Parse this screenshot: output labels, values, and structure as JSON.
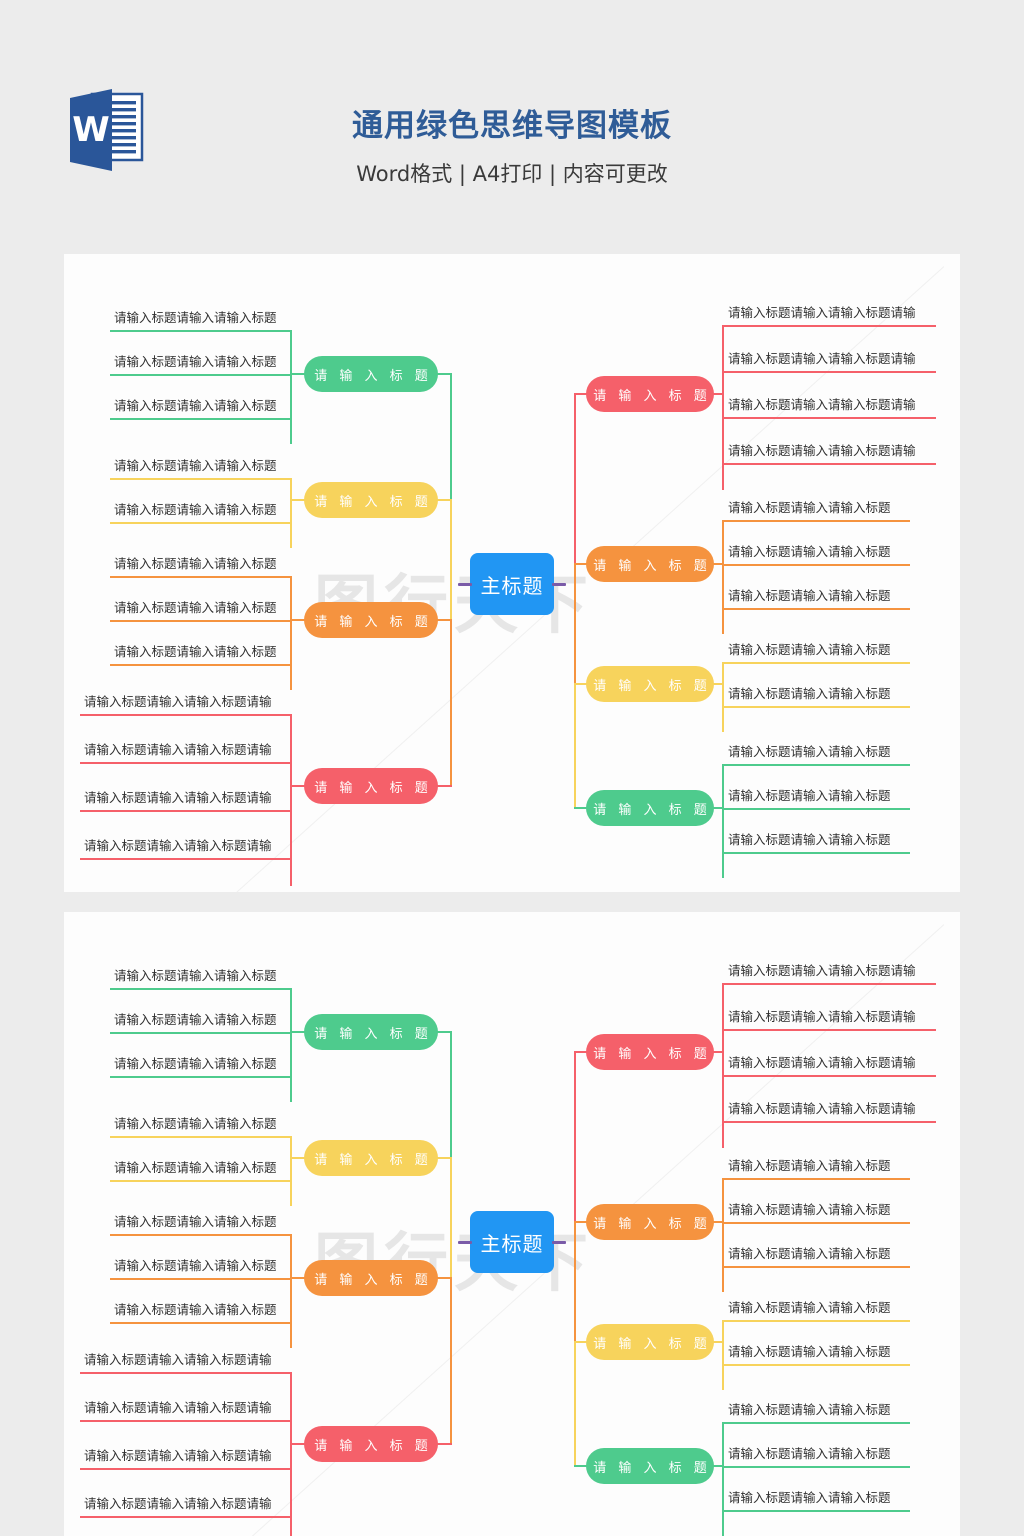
{
  "header": {
    "logo_icon": "word-document-icon",
    "logo_letter": "W",
    "title": "通用绿色思维导图模板",
    "subtitle": "Word格式 | A4打印 | 内容可更改"
  },
  "watermark": {
    "text": "图行天下"
  },
  "colors": {
    "green": "#4ecb8d",
    "yellow": "#f7d35c",
    "orange": "#f5933f",
    "red": "#f5606a",
    "main_blue": "#2196f3",
    "stub_purple": "#7a5ba8",
    "title_blue": "#2f5c97",
    "page_bg": "#ececec",
    "card_bg": "#fdfdfd",
    "leaf_text": "#303030"
  },
  "maps": [
    {
      "id": "mindmap-1",
      "center": {
        "label": "主标题"
      },
      "left_branches": [
        {
          "color_key": "green",
          "label": "请 输 入 标 题",
          "leaves": [
            "请输入标题请输入请输入标题",
            "请输入标题请输入请输入标题",
            "请输入标题请输入请输入标题"
          ]
        },
        {
          "color_key": "yellow",
          "label": "请 输 入 标 题",
          "leaves": [
            "请输入标题请输入请输入标题",
            "请输入标题请输入请输入标题"
          ]
        },
        {
          "color_key": "orange",
          "label": "请 输 入 标 题",
          "leaves": [
            "请输入标题请输入请输入标题",
            "请输入标题请输入请输入标题",
            "请输入标题请输入请输入标题"
          ]
        },
        {
          "color_key": "red",
          "label": "请 输 入 标 题",
          "leaves": [
            "请输入标题请输入请输入标题请输",
            "请输入标题请输入请输入标题请输",
            "请输入标题请输入请输入标题请输",
            "请输入标题请输入请输入标题请输"
          ]
        }
      ],
      "right_branches": [
        {
          "color_key": "red",
          "label": "请 输 入 标 题",
          "leaves": [
            "请输入标题请输入请输入标题请输",
            "请输入标题请输入请输入标题请输",
            "请输入标题请输入请输入标题请输",
            "请输入标题请输入请输入标题请输"
          ]
        },
        {
          "color_key": "orange",
          "label": "请 输 入 标 题",
          "leaves": [
            "请输入标题请输入请输入标题",
            "请输入标题请输入请输入标题",
            "请输入标题请输入请输入标题"
          ]
        },
        {
          "color_key": "yellow",
          "label": "请 输 入 标 题",
          "leaves": [
            "请输入标题请输入请输入标题",
            "请输入标题请输入请输入标题"
          ]
        },
        {
          "color_key": "green",
          "label": "请 输 入 标 题",
          "leaves": [
            "请输入标题请输入请输入标题",
            "请输入标题请输入请输入标题",
            "请输入标题请输入请输入标题"
          ]
        }
      ]
    },
    {
      "id": "mindmap-2",
      "center": {
        "label": "主标题"
      },
      "left_branches": [
        {
          "color_key": "green",
          "label": "请 输 入 标 题",
          "leaves": [
            "请输入标题请输入请输入标题",
            "请输入标题请输入请输入标题",
            "请输入标题请输入请输入标题"
          ]
        },
        {
          "color_key": "yellow",
          "label": "请 输 入 标 题",
          "leaves": [
            "请输入标题请输入请输入标题",
            "请输入标题请输入请输入标题"
          ]
        },
        {
          "color_key": "orange",
          "label": "请 输 入 标 题",
          "leaves": [
            "请输入标题请输入请输入标题",
            "请输入标题请输入请输入标题",
            "请输入标题请输入请输入标题"
          ]
        },
        {
          "color_key": "red",
          "label": "请 输 入 标 题",
          "leaves": [
            "请输入标题请输入请输入标题请输",
            "请输入标题请输入请输入标题请输",
            "请输入标题请输入请输入标题请输",
            "请输入标题请输入请输入标题请输"
          ]
        }
      ],
      "right_branches": [
        {
          "color_key": "red",
          "label": "请 输 入 标 题",
          "leaves": [
            "请输入标题请输入请输入标题请输",
            "请输入标题请输入请输入标题请输",
            "请输入标题请输入请输入标题请输",
            "请输入标题请输入请输入标题请输"
          ]
        },
        {
          "color_key": "orange",
          "label": "请 输 入 标 题",
          "leaves": [
            "请输入标题请输入请输入标题",
            "请输入标题请输入请输入标题",
            "请输入标题请输入请输入标题"
          ]
        },
        {
          "color_key": "yellow",
          "label": "请 输 入 标 题",
          "leaves": [
            "请输入标题请输入请输入标题",
            "请输入标题请输入请输入标题"
          ]
        },
        {
          "color_key": "green",
          "label": "请 输 入 标 题",
          "leaves": [
            "请输入标题请输入请输入标题",
            "请输入标题请输入请输入标题",
            "请输入标题请输入请输入标题"
          ]
        }
      ]
    }
  ]
}
